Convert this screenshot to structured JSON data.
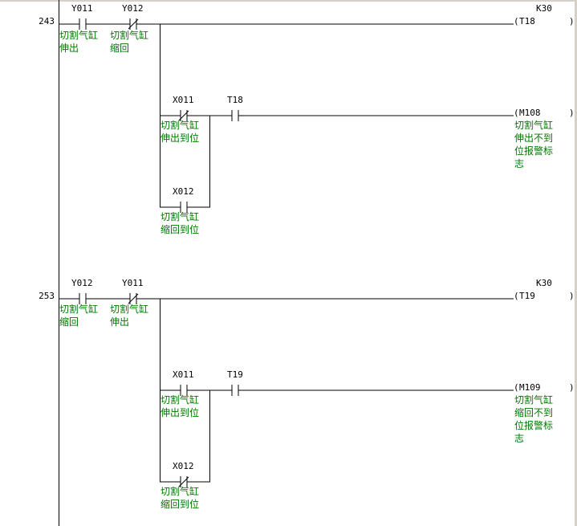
{
  "rungs": [
    {
      "step": "243",
      "contacts": [
        {
          "addr": "Y011",
          "comment": "切割气缸\n伸出",
          "nc": false
        },
        {
          "addr": "Y012",
          "comment": "切割气缸\n缩回",
          "nc": true
        }
      ],
      "timer": {
        "name": "T18",
        "preset": "K30"
      },
      "branch": [
        {
          "addr": "X011",
          "comment": "切割气缸\n伸出到位",
          "nc": true
        },
        {
          "addr": "X012",
          "comment": "切割气缸\n缩回到位",
          "nc": false
        }
      ],
      "series": {
        "addr": "T18",
        "nc": false
      },
      "output": {
        "name": "M108",
        "comment": "切割气缸\n伸出不到\n位报警标\n志"
      }
    },
    {
      "step": "253",
      "contacts": [
        {
          "addr": "Y012",
          "comment": "切割气缸\n缩回",
          "nc": false
        },
        {
          "addr": "Y011",
          "comment": "切割气缸\n伸出",
          "nc": true
        }
      ],
      "timer": {
        "name": "T19",
        "preset": "K30"
      },
      "branch": [
        {
          "addr": "X011",
          "comment": "切割气缸\n伸出到位",
          "nc": false
        },
        {
          "addr": "X012",
          "comment": "切割气缸\n缩回到位",
          "nc": true
        }
      ],
      "series": {
        "addr": "T19",
        "nc": false
      },
      "output": {
        "name": "M109",
        "comment": "切割气缸\n缩回不到\n位报警标\n志"
      }
    }
  ]
}
